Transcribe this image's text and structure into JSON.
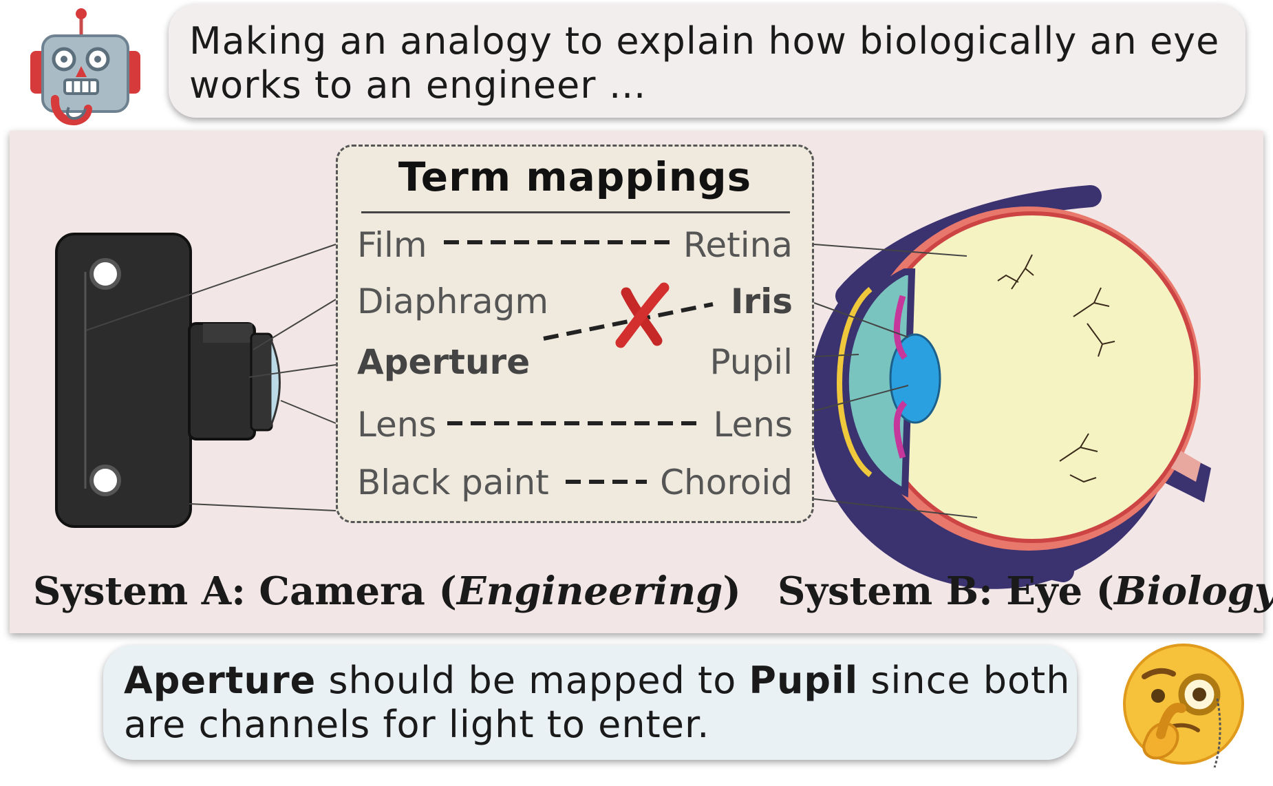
{
  "top_bubble": {
    "text_line1": "Making an analogy to explain how biologically an eye",
    "text_line2": "works to an engineer …"
  },
  "mapping_box": {
    "title": "Term mappings",
    "rows": [
      {
        "left": "Film",
        "right": "Retina",
        "left_bold": false,
        "right_bold": false
      },
      {
        "left": "Diaphragm",
        "right": "Iris",
        "left_bold": false,
        "right_bold": true
      },
      {
        "left": "Aperture",
        "right": "Pupil",
        "left_bold": true,
        "right_bold": false
      },
      {
        "left": "Lens",
        "right": "Lens",
        "left_bold": false,
        "right_bold": false
      },
      {
        "left": "Black paint",
        "right": "Choroid",
        "left_bold": false,
        "right_bold": false
      }
    ]
  },
  "system_a": {
    "prefix": "System A: Camera (",
    "domain": "Engineering",
    "suffix": ")"
  },
  "system_b": {
    "prefix": "System B: Eye (",
    "domain": "Biology",
    "suffix": ")"
  },
  "bottom_bubble": {
    "kw1": "Aperture",
    "mid1": " should be mapped to ",
    "kw2": "Pupil",
    "mid2": " since both",
    "line2": "are channels for light to enter."
  },
  "icons": {
    "robot": "robot-icon",
    "thinker": "monocle-face-emoji",
    "wrong_mark": "red-x-icon"
  },
  "colors": {
    "panel_bg": "#f2e6e6",
    "map_bg": "#efeadd",
    "wrong_mark": "#d32f2f",
    "robot_body": "#a9bcc6",
    "robot_red": "#d63a3a"
  }
}
